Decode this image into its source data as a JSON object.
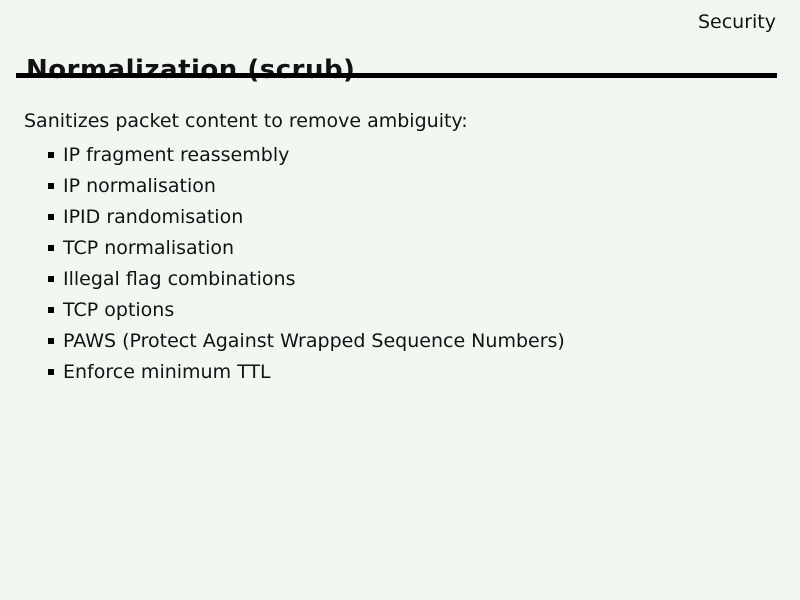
{
  "slide": {
    "corner_label": "Security",
    "title": "Normalization (scrub)"
  },
  "body": {
    "intro": "Sanitizes packet content to remove ambiguity:",
    "bullets": [
      "IP fragment reassembly",
      "IP normalisation",
      "IPID randomisation",
      "TCP normalisation",
      "Illegal flag combinations",
      "TCP options",
      "PAWS (Protect Against Wrapped Sequence Numbers)",
      "Enforce minimum TTL"
    ]
  },
  "colors": {
    "background": "#f1f8f2",
    "text": "#121212",
    "rule": "#000000"
  }
}
